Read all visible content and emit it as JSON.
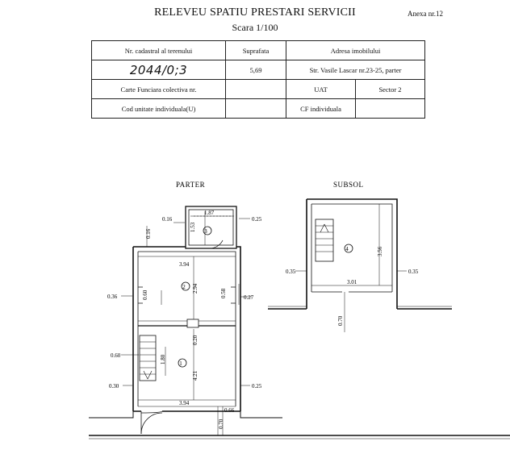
{
  "header": {
    "title": "RELEVEU SPATIU PRESTARI SERVICII",
    "scale": "Scara 1/100",
    "annex": "Anexa nr.12"
  },
  "table": {
    "row1": [
      "Nr. cadastral al terenului",
      "Suprafata",
      "Adresa imobilului"
    ],
    "row2": [
      "2044/0;3",
      "5,69",
      "Str. Vasile Lascar nr.23-25, parter"
    ],
    "row3": [
      "Carte Funciara colectiva nr.",
      "",
      "UAT",
      "Sector 2"
    ],
    "row4": [
      "Cod unitate individuala(U)",
      "",
      "CF individuala",
      ""
    ]
  },
  "plans": {
    "parter": {
      "title": "PARTER",
      "dims": {
        "d0_16_top": "0.16",
        "d1_87": "1.87",
        "d0_25_top": "0.25",
        "d1_53": "1.53",
        "d0_16_left": "0.16",
        "d3_94_top": "3.94",
        "d2_94": "2.94",
        "d0_36": "0.36",
        "d0_60": "0.60",
        "d0_58": "0.58",
        "d0_27": "0.27",
        "d0_20": "0.20",
        "d0_60_b": "0.60",
        "d1_80": "1.80",
        "d4_21": "4.21",
        "d0_30": "0.30",
        "d0_25_bot": "0.25",
        "d3_94_bot": "3.94",
        "d0_66": "0.66",
        "d0_70": "0.70"
      },
      "rooms": [
        "1",
        "2",
        "3"
      ]
    },
    "subsol": {
      "title": "SUBSOL",
      "dims": {
        "d3_56": "3.56",
        "d0_35_left": "0.35",
        "d3_01": "3.01",
        "d0_35_right": "0.35",
        "d0_70": "0.70"
      },
      "rooms": [
        "4"
      ]
    }
  }
}
